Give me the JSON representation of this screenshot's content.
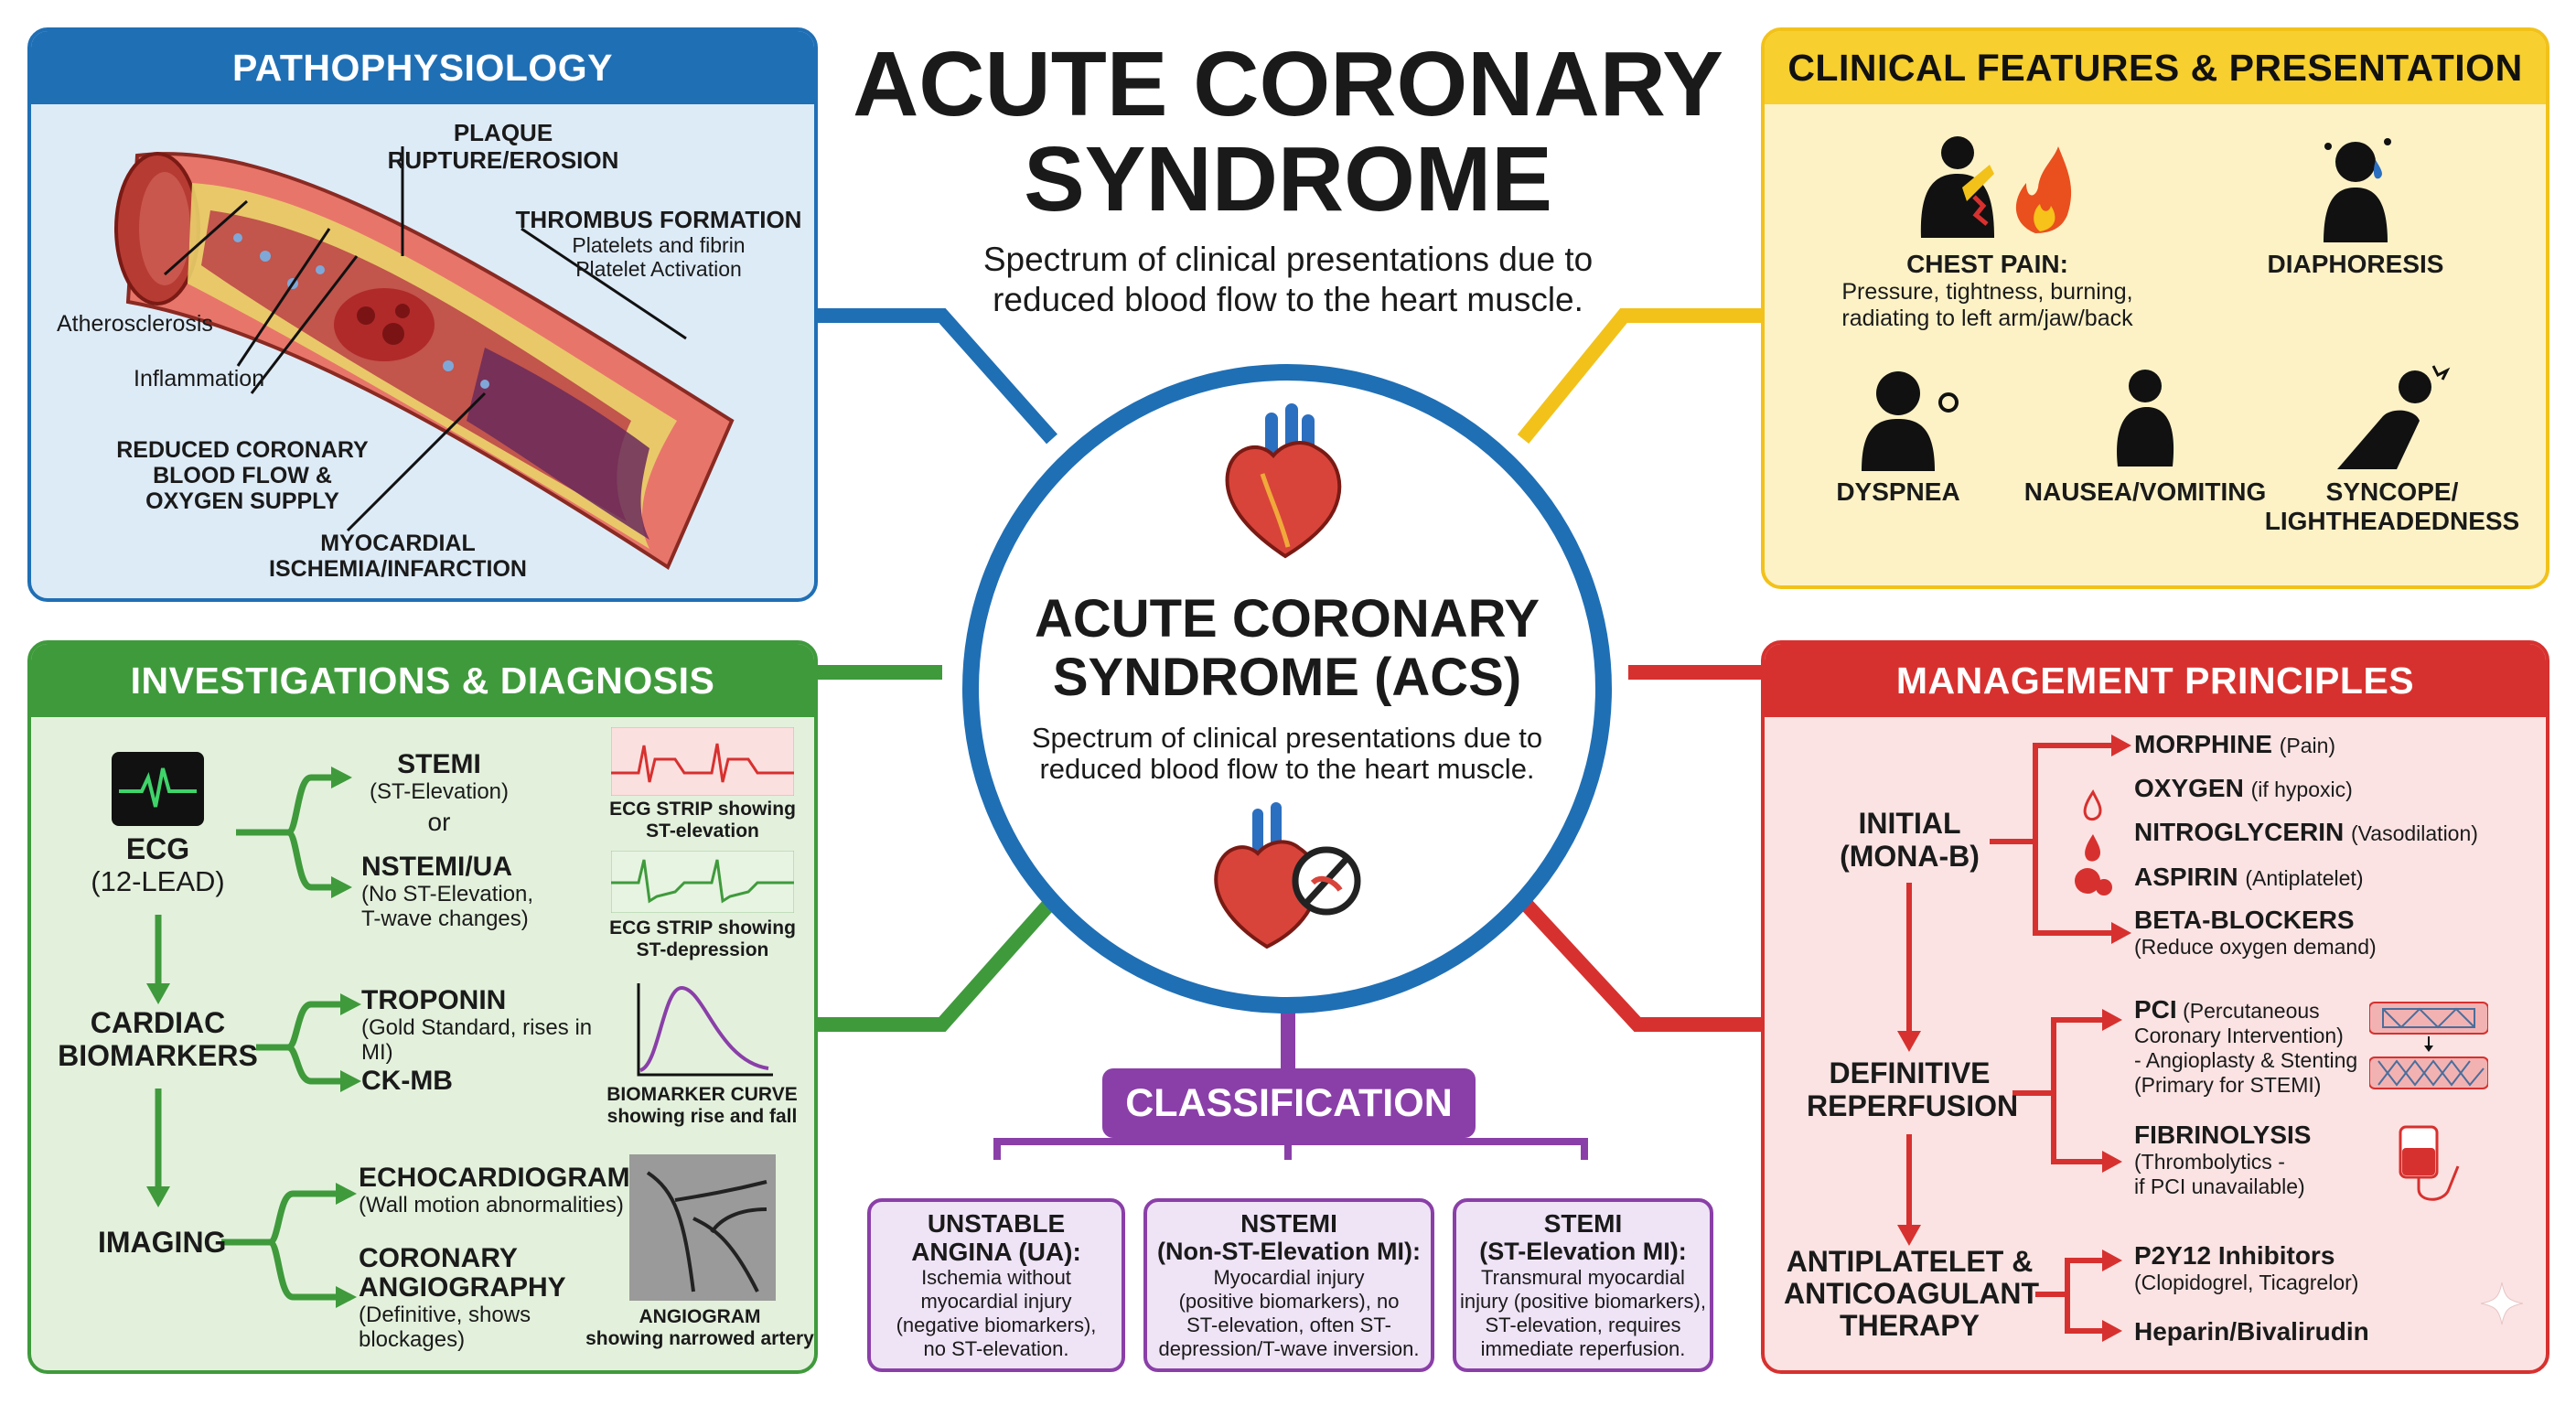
{
  "title": {
    "line1": "ACUTE CORONARY",
    "line2": "SYNDROME",
    "subtitle1": "Spectrum of clinical presentations due to",
    "subtitle2": "reduced blood flow to the heart muscle."
  },
  "center": {
    "title1": "ACUTE CORONARY",
    "title2": "SYNDROME (ACS)",
    "subtitle1": "Spectrum of clinical presentations due to",
    "subtitle2": "reduced blood flow to the heart muscle.",
    "icons": [
      "heart-icon",
      "heart-blocked-icon"
    ]
  },
  "colors": {
    "blue": "#1f6fb5",
    "yellow": "#f2c21a",
    "green": "#3f9a3c",
    "red": "#d7312f",
    "purple": "#8a3fa8"
  },
  "patho": {
    "header": "PATHOPHYSIOLOGY",
    "plaque1": "PLAQUE",
    "plaque2": "RUPTURE/EROSION",
    "thrombus": "THROMBUS FORMATION",
    "thrombus_sub1": "Platelets and fibrin",
    "thrombus_sub2": "Platelet Activation",
    "athero": "Atherosclerosis",
    "inflam": "Inflammation",
    "reduced1": "REDUCED CORONARY",
    "reduced2": "BLOOD FLOW &",
    "reduced3": "OXYGEN SUPPLY",
    "isch1": "MYOCARDIAL",
    "isch2": "ISCHEMIA/INFARCTION"
  },
  "clinical": {
    "header": "CLINICAL FEATURES & PRESENTATION",
    "chest_title": "CHEST PAIN:",
    "chest1": "Pressure, tightness, burning,",
    "chest2": "radiating to left arm/jaw/back",
    "diaphoresis": "DIAPHORESIS",
    "dyspnea": "DYSPNEA",
    "nausea": "NAUSEA/VOMITING",
    "syncope1": "SYNCOPE/",
    "syncope2": "LIGHTHEADEDNESS"
  },
  "invest": {
    "header": "INVESTIGATIONS & DIAGNOSIS",
    "ecg": "ECG",
    "ecg_sub": "(12-LEAD)",
    "stemi": "STEMI",
    "stemi_sub": "(ST-Elevation)",
    "or": "or",
    "nstemi": "NSTEMI/UA",
    "nstemi_sub1": "(No ST-Elevation,",
    "nstemi_sub2": "T-wave changes)",
    "strip1a": "ECG STRIP showing",
    "strip1b": "ST-elevation",
    "strip2a": "ECG STRIP showing",
    "strip2b": "ST-depression",
    "cardiac1": "CARDIAC",
    "cardiac2": "BIOMARKERS",
    "troponin": "TROPONIN",
    "troponin_sub": "(Gold Standard, rises in MI)",
    "ckmb": "CK-MB",
    "curve1": "BIOMARKER CURVE",
    "curve2": "showing rise and fall",
    "imaging": "IMAGING",
    "echo": "ECHOCARDIOGRAM",
    "echo_sub": "(Wall motion abnormalities)",
    "coro1": "CORONARY",
    "coro2": "ANGIOGRAPHY",
    "coro_sub1": "(Definitive, shows",
    "coro_sub2": "blockages)",
    "angio1": "ANGIOGRAM",
    "angio2": "showing narrowed artery"
  },
  "manage": {
    "header": "MANAGEMENT PRINCIPLES",
    "initial1": "INITIAL",
    "initial2": "(MONA-B)",
    "morphine": "MORPHINE",
    "morphine_sub": "(Pain)",
    "oxygen": "OXYGEN",
    "oxygen_sub": "(if hypoxic)",
    "nitro": "NITROGLYCERIN",
    "nitro_sub": "(Vasodilation)",
    "aspirin": "ASPIRIN",
    "aspirin_sub": "(Antiplatelet)",
    "beta": "BETA-BLOCKERS",
    "beta_sub": "(Reduce oxygen demand)",
    "def1": "DEFINITIVE",
    "def2": "REPERFUSION",
    "pci": "PCI",
    "pci1": "(Percutaneous",
    "pci2": "Coronary Intervention)",
    "pci3": "- Angioplasty & Stenting",
    "pci4": "(Primary for STEMI)",
    "fib": "FIBRINOLYSIS",
    "fib1": "(Thrombolytics -",
    "fib2": "if PCI unavailable)",
    "anti1": "ANTIPLATELET &",
    "anti2": "ANTICOAGULANT",
    "anti3": "THERAPY",
    "p2y12": "P2Y12 Inhibitors",
    "p2y12_sub": "(Clopidogrel, Ticagrelor)",
    "heparin": "Heparin/Bivalirudin"
  },
  "classification": {
    "header": "CLASSIFICATION",
    "ua_t1": "UNSTABLE",
    "ua_t2": "ANGINA (UA):",
    "ua1": "Ischemia without",
    "ua2": "myocardial injury",
    "ua3": "(negative biomarkers),",
    "ua4": "no ST-elevation.",
    "n_t1": "NSTEMI",
    "n_t2": "(Non-ST-Elevation MI):",
    "n1": "Myocardial injury",
    "n2": "(positive biomarkers), no",
    "n3": "ST-elevation, often ST-",
    "n4": "depression/T-wave inversion.",
    "s_t1": "STEMI",
    "s_t2": "(ST-Elevation MI):",
    "s1": "Transmural myocardial",
    "s2": "injury (positive biomarkers),",
    "s3": "ST-elevation, requires",
    "s4": "immediate reperfusion."
  }
}
